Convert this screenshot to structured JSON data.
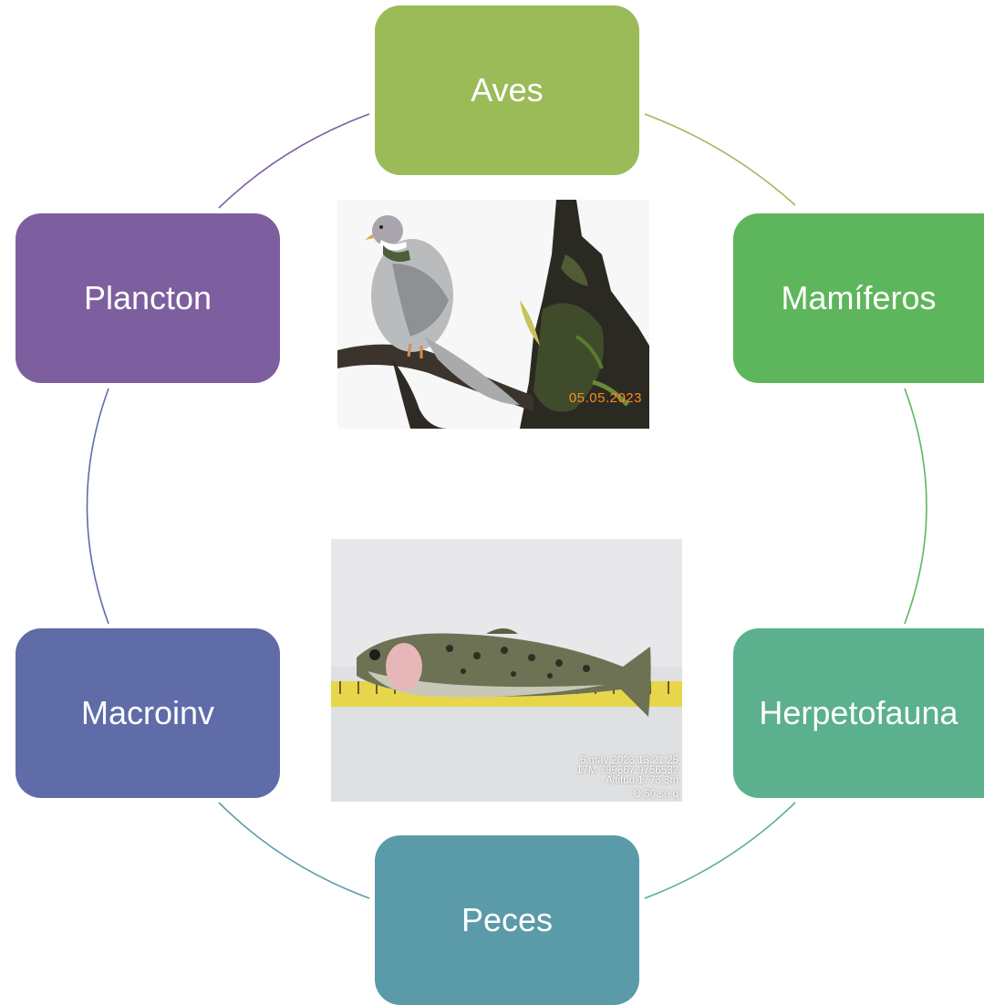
{
  "nodes": [
    {
      "id": "aves",
      "label": "Aves",
      "color": "#9bbb59"
    },
    {
      "id": "mamiferos",
      "label": "Mamíferos",
      "color": "#5eb65c"
    },
    {
      "id": "herpetofauna",
      "label": "Herpetofauna",
      "color": "#5bb08e"
    },
    {
      "id": "peces",
      "label": "Peces",
      "color": "#5b9aa9"
    },
    {
      "id": "macroinv",
      "label": "Macroinv",
      "color": "#5f6ca8"
    },
    {
      "id": "plancton",
      "label": "Plancton",
      "color": "#7d5f9f"
    }
  ],
  "photos": {
    "bird": {
      "date_stamp": "05.05.2023"
    },
    "fish": {
      "line1": "6 may 2023 13:21:25",
      "line2": "17M 799667 9756532",
      "line3": "Altitud:1773.3m",
      "line4": "O 50 se q"
    }
  }
}
